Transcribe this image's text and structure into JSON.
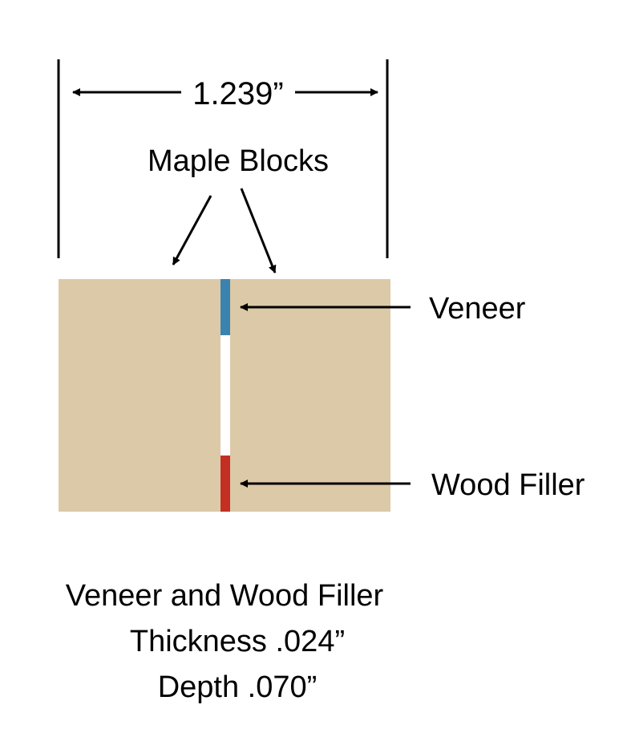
{
  "dimension": {
    "width_label": "1.239”"
  },
  "labels": {
    "maple_blocks": "Maple Blocks",
    "veneer": "Veneer",
    "wood_filler": "Wood Filler"
  },
  "caption": {
    "line1": "Veneer and Wood Filler",
    "line2": "Thickness .024”",
    "line3": "Depth .070”"
  },
  "colors": {
    "maple": "#dcc9a7",
    "veneer": "#3a83b0",
    "wood_filler": "#c42f23",
    "gap": "#ffffff",
    "line": "#000000"
  }
}
